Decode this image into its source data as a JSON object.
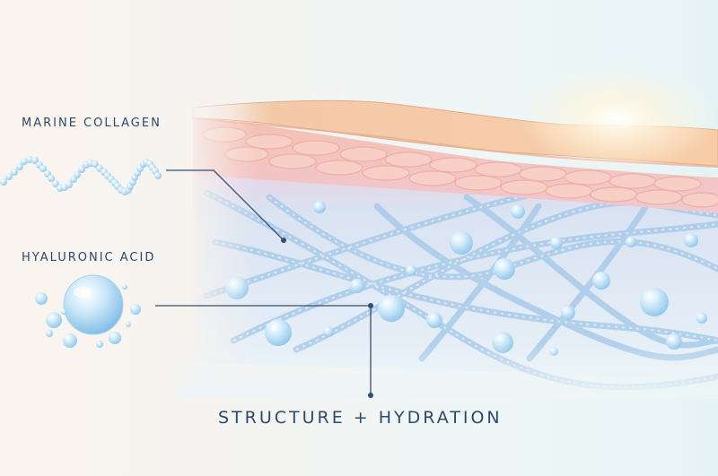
{
  "labels": {
    "marine_collagen": "MARINE COLLAGEN",
    "hyaluronic_acid": "HYALURONIC ACID",
    "caption": "STRUCTURE + HYDRATION"
  },
  "colors": {
    "text": "#2d4a6c",
    "skin_top": "#f4c9a8",
    "skin_cells": "#f6c2b6",
    "dermis": "#cfe1f1",
    "fiber": "#9ec4e6",
    "droplet": "#bfe1f6",
    "leader_line": "#344e6d"
  },
  "icons": {
    "collagen": "collagen-strand-icon",
    "hyaluronic": "water-droplet-icon",
    "glow": "light-glow"
  }
}
